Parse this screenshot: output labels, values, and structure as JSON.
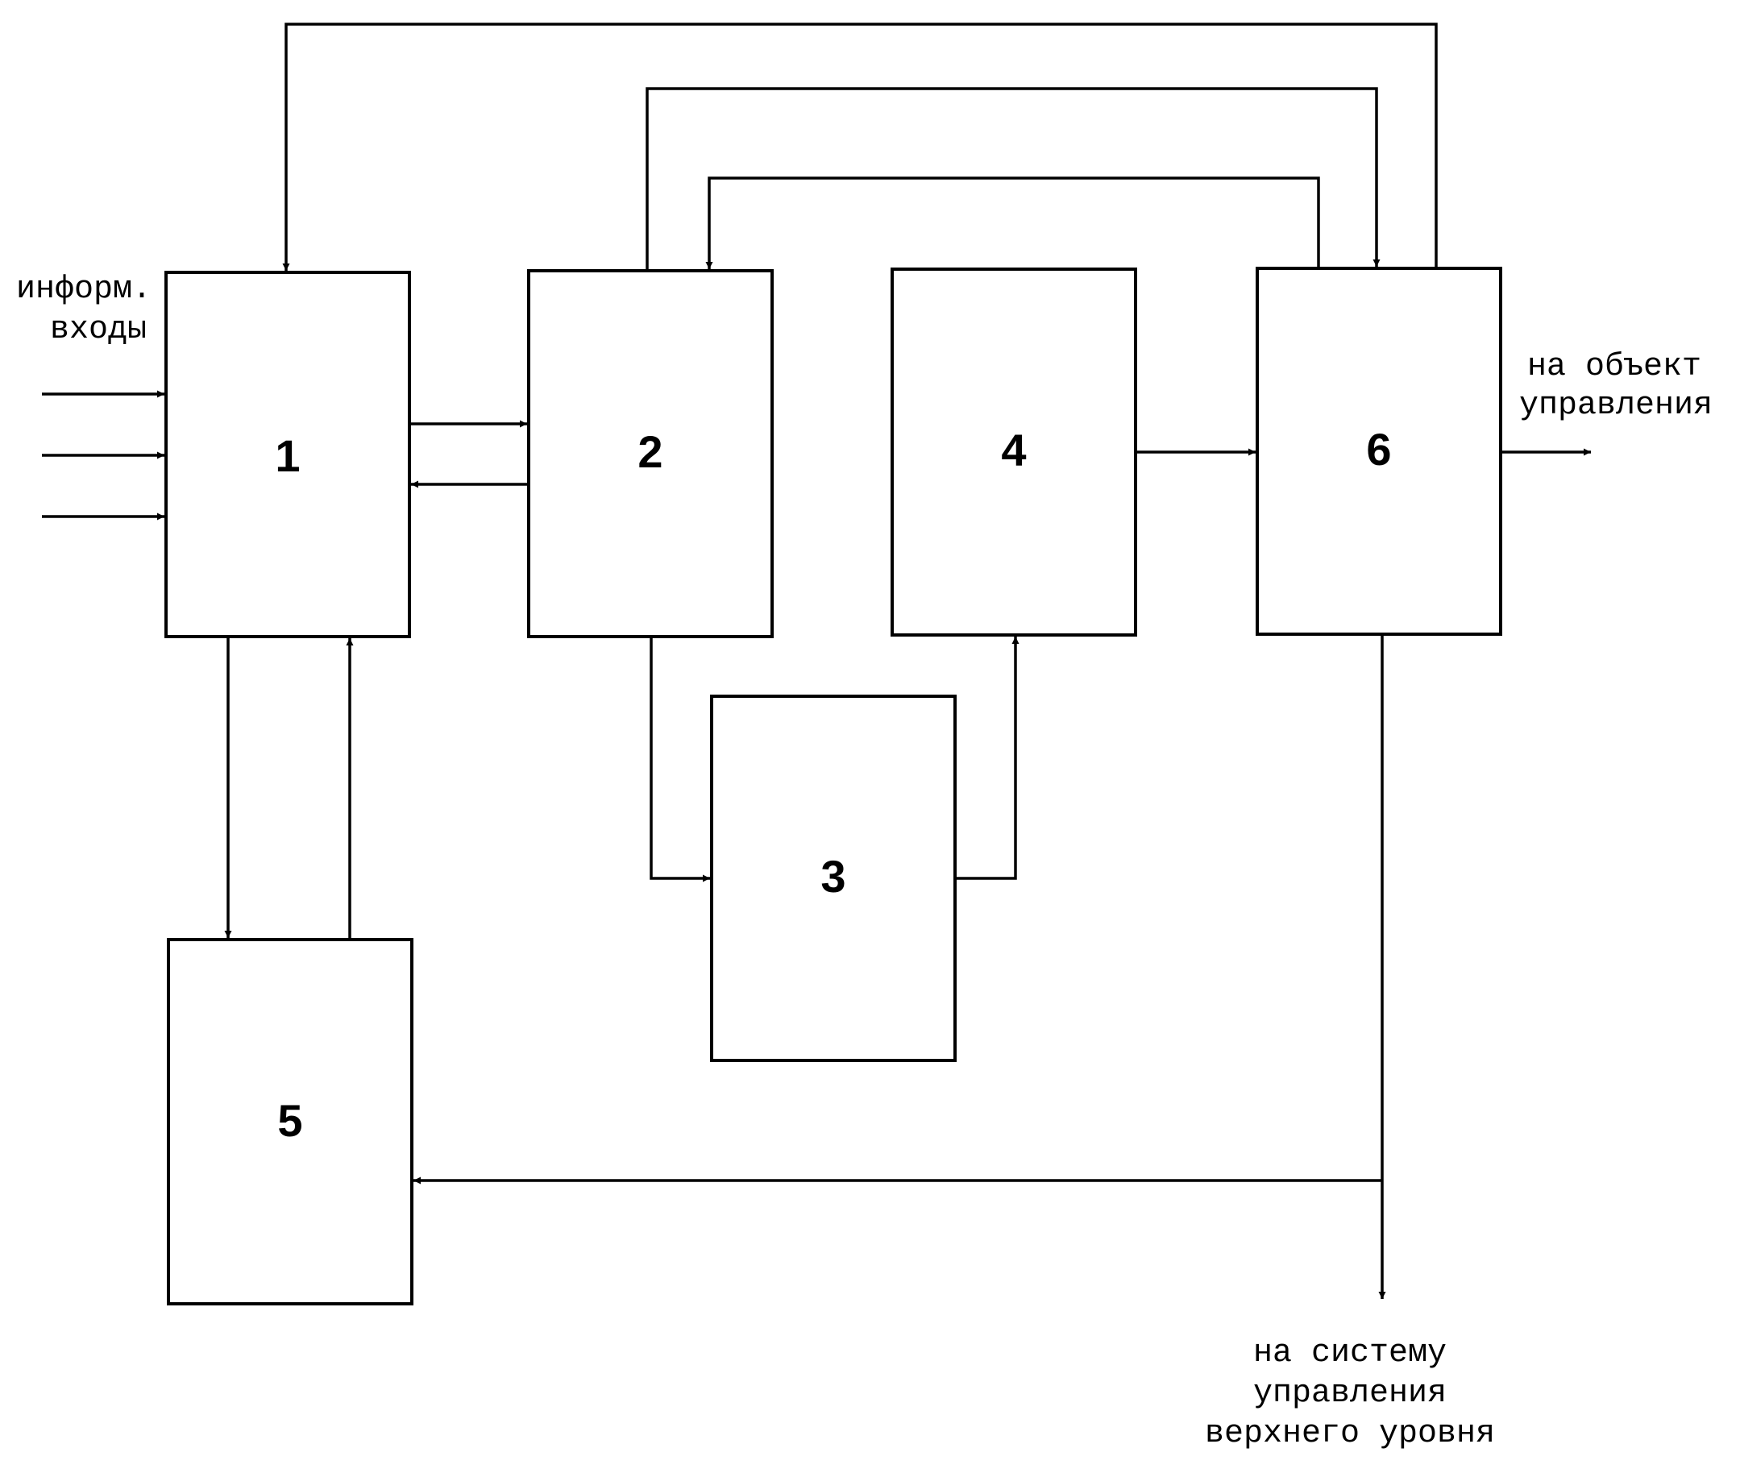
{
  "blocks": [
    {
      "id": "1",
      "label": "1"
    },
    {
      "id": "2",
      "label": "2"
    },
    {
      "id": "3",
      "label": "3"
    },
    {
      "id": "4",
      "label": "4"
    },
    {
      "id": "5",
      "label": "5"
    },
    {
      "id": "6",
      "label": "6"
    }
  ],
  "labels": {
    "inputs": [
      "информ.",
      "входы"
    ],
    "object": [
      "на объект",
      "управления"
    ],
    "upper": [
      "на систему",
      "управления",
      "верхнего уровня"
    ]
  },
  "colors": {
    "line": "#000000",
    "background": "#ffffff"
  }
}
